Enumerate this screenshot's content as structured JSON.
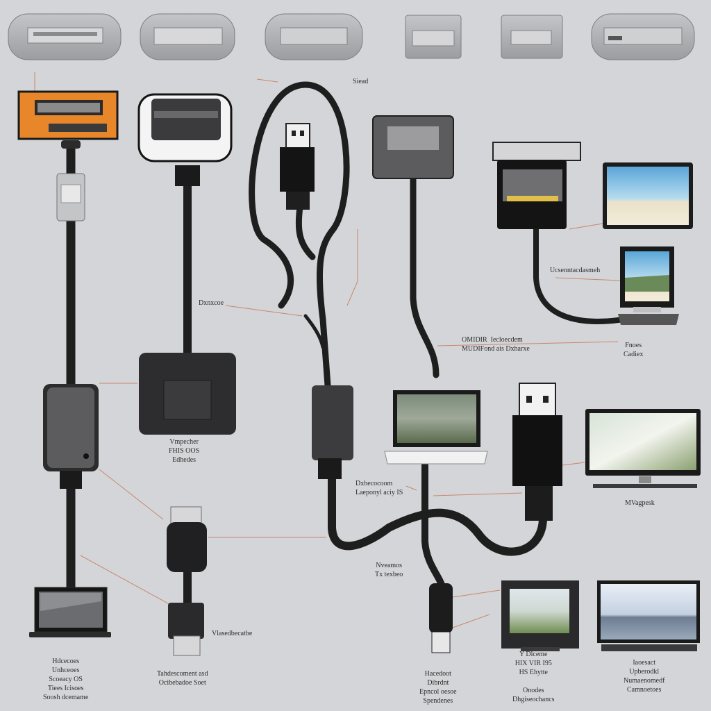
{
  "colors": {
    "background": "#d4d5d8",
    "cable": "#1e1e1e",
    "leader_line": "#c8866e",
    "device_body": "#4a4a4a",
    "port_panel": "#a9aaad",
    "screen_sky": "#8cc8e8",
    "screen_sand": "#efe6d2"
  },
  "labels": {
    "top_right_tag": "Siead",
    "center_left_tag": "Dxnxcoe",
    "monitor_right_caption": "Ucsenntacdasmeh",
    "middle_block": "OMIDIR  Iecloecdem\nMUDIFond ais Dxharxe",
    "right_side": "Fnoes\nCadiex",
    "dongle_caption": "Vmpecher\nFHIS OOS\nEdhedes",
    "center_connector": "Dxhecocoom\nLaeponyl aciy IS",
    "monitor_caption": "MVagpesk",
    "mid_bottom": "Nveamos\nTx texbeo",
    "hdmi_caption": "Vlasedbecatbe",
    "bottom_left": "Hdcecoes\nUnhceoes\nScoeacy OS\nTiees Icisoes\nSoosh dcemame",
    "bottom_center_left": "Tahdescoment asd\nOcibebadoe Soet",
    "bottom_center": "Hacedoot\nDibrdnt\nEpncol oesoe\nSpendenes",
    "bottom_right_mid": "Y Dlceme\nHIX VIR I95\nHS Ehytte\n\nOnodes\nDhgiseochancs",
    "bottom_right": "Iaoesact\nUpberodkl\nNumaenomedf\nCamnoetoes"
  }
}
